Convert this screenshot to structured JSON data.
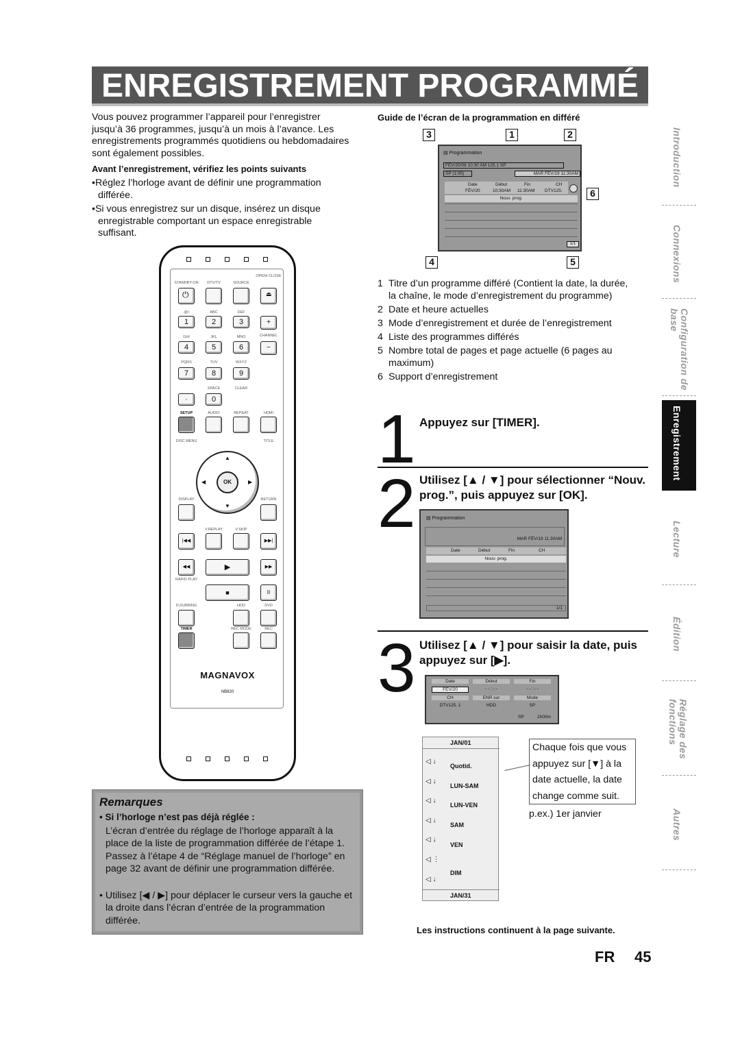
{
  "page_title": "ENREGISTREMENT PROGRAMMÉ",
  "intro": {
    "para": "Vous pouvez programmer l’appareil pour l’enregistrer jusqu’à 36 programmes, jusqu’à un mois à l’avance. Les enregistrements programmés quotidiens ou hebdomadaires sont également possibles.",
    "check_heading": "Avant l’enregistrement, vérifiez les points suivants",
    "bullets": [
      "Réglez l’horloge avant de définir une programmation différée.",
      "Si vous enregistrez sur un disque, insérez un disque enregistrable comportant un espace enregistrable suffisant."
    ]
  },
  "guide": {
    "heading": "Guide de l’écran de la programmation en différé",
    "callouts_top": [
      "3",
      "1",
      "2"
    ],
    "callout_right": "6",
    "callouts_bottom": [
      "4",
      "5"
    ],
    "screen": {
      "title": "Programmation",
      "line1": "FÉV/20/08  10:30 AM 125.1 SP",
      "line2_left": "SP  (1:00)",
      "line2_right": "MAR FÉV/19 11:30AM",
      "cols": [
        "Date",
        "Début",
        "Fin",
        "CH"
      ],
      "row": [
        "FÉV/20",
        "10:30AM",
        "11:30AM",
        "DTV125."
      ],
      "row2": "Nouv. prog.",
      "page": "1/1"
    },
    "items": [
      {
        "n": "1",
        "t": "Titre d’un programme différé (Contient la date, la durée, la chaîne, le mode d’enregistrement du programme)"
      },
      {
        "n": "2",
        "t": "Date et heure actuelles"
      },
      {
        "n": "3",
        "t": "Mode d’enregistrement et durée de l’enregistrement"
      },
      {
        "n": "4",
        "t": "Liste des programmes différés"
      },
      {
        "n": "5",
        "t": "Nombre total de pages et page actuelle (6 pages au maximum)"
      },
      {
        "n": "6",
        "t": "Support d’enregistrement"
      }
    ]
  },
  "steps": [
    {
      "num": "1",
      "text": "Appuyez sur [TIMER]."
    },
    {
      "num": "2",
      "text": "Utilisez [▲ / ▼] pour sélectionner “Nouv. prog.”, puis appuyez sur [OK].",
      "screen": {
        "title": "Programmation",
        "clock": "MAR FÉV/19 11:30AM",
        "cols": [
          "Date",
          "Début",
          "Fin",
          "CH"
        ],
        "row": "Nouv. prog.",
        "page": "1/1"
      }
    },
    {
      "num": "3",
      "text": "Utilisez [▲ / ▼] pour saisir la date, puis appuyez sur [▶].",
      "screen": {
        "h1": [
          "Date",
          "Début",
          "Fin"
        ],
        "v1": [
          "FÉV/20",
          "- - : - -",
          "- - : - -"
        ],
        "h2": [
          "CH",
          "ENR sur",
          "Mode"
        ],
        "v2": [
          "DTV125. 1",
          "HDD",
          "SP"
        ],
        "foot": "SP",
        "foot2": "2h00m"
      }
    }
  ],
  "calendar": {
    "items": [
      "JAN/01",
      "Quotid.",
      "LUN-SAM",
      "LUN-VEN",
      "SAM",
      "VEN",
      "DIM",
      "JAN/31"
    ],
    "note": "Chaque fois que vous appuyez sur [▼] à la date actuelle, la date change comme suit.",
    "example": "p.ex.) 1er janvier"
  },
  "remarks": {
    "title": "Remarques",
    "sub": "• Si l’horloge n’est pas déjà réglée :",
    "p1": "L’écran d’entrée du réglage de l’horloge apparaît à la place de la liste de programmation différée de l’étape 1. Passez à l’étape 4 de “Réglage manuel de l’horloge” en page 32 avant de définir une programmation différée.",
    "p2": "• Utilisez [◀ / ▶] pour déplacer le curseur vers la gauche et la droite dans l’écran d’entrée de la programmation différée."
  },
  "continue_note": "Les instructions continuent à la page suivante.",
  "footer": {
    "lang": "FR",
    "page": "45"
  },
  "side_tabs": [
    "Introduction",
    "Connexions",
    "Configuration de base",
    "Enregistrement",
    "Lecture",
    "Édition",
    "Réglage des fonctions",
    "Autres"
  ],
  "remote": {
    "labels": {
      "standby": "STANDBY-ON",
      "dtvtv": "DTV/TV",
      "source": "SOURCE",
      "open": "OPEN/ CLOSE",
      "k1": "1",
      "k2": "2",
      "k3": "3",
      "k4": "4",
      "k5": "5",
      "k6": "6",
      "k7": "7",
      "k8": "8",
      "k9": "9",
      "k0": "0",
      "l1": ".@/:",
      "l2": "ABC",
      "l3": "DEF",
      "l4": "GHI",
      "l5": "JKL",
      "l6": "MNO",
      "l7": "PQRS",
      "l8": "TUV",
      "l9": "WXYZ",
      "space": "SPACE",
      "clear": "CLEAR",
      "channel": "CHANNEL",
      "setup": "SETUP",
      "audio": "AUDIO",
      "repeat": "REPEAT",
      "hdmi": "HDMI",
      "discmenu": "DISC MENU",
      "titlek": "TITLE",
      "ok": "OK",
      "display": "DISPLAY",
      "return": "RETURN",
      "vreplay": "V.REPLAY",
      "vskip": "V.SKIP",
      "rapid": "RAPID PLAY",
      "ddub": "D.DUBBING",
      "hdd": "HDD",
      "dvd": "DVD",
      "timer": "TIMER",
      "recmode": "REC MODE",
      "rec": "REC",
      "brand": "MAGNAVOX",
      "model": "NB820"
    }
  }
}
